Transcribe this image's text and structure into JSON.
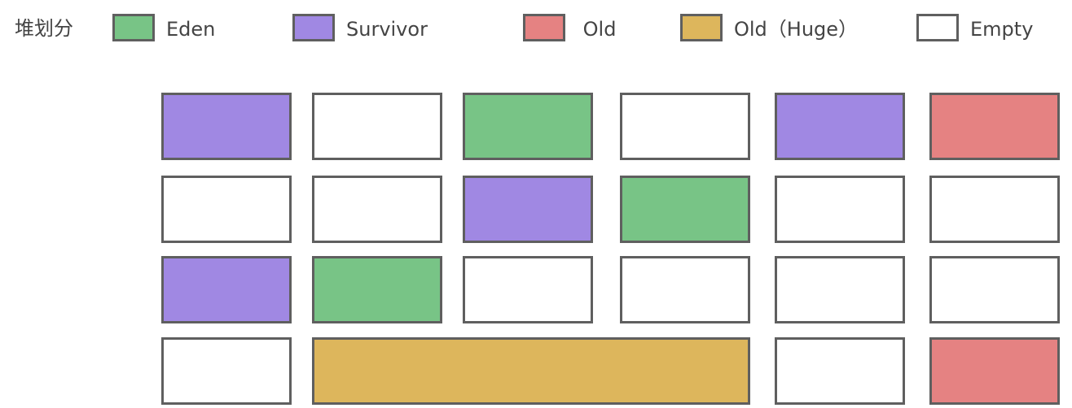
{
  "title": "堆划分",
  "colors": {
    "eden": "#78c486",
    "survivor": "#a088e3",
    "old": "#e58282",
    "huge": "#ddb65c",
    "empty": "#ffffff",
    "border": "#5f5f5f"
  },
  "legend": [
    {
      "key": "eden",
      "label": "Eden"
    },
    {
      "key": "survivor",
      "label": "Survivor"
    },
    {
      "key": "old",
      "label": " Old"
    },
    {
      "key": "huge",
      "label": "Old（Huge）"
    },
    {
      "key": "empty",
      "label": "Empty"
    }
  ],
  "regions": [
    [
      "survivor",
      "empty",
      "eden",
      "empty",
      "survivor",
      "old"
    ],
    [
      "empty",
      "empty",
      "survivor",
      "eden",
      "empty",
      "empty"
    ],
    [
      "survivor",
      "eden",
      "empty",
      "empty",
      "empty",
      "empty"
    ],
    [
      "empty",
      "huge",
      "huge",
      "huge",
      "empty",
      "old"
    ]
  ]
}
